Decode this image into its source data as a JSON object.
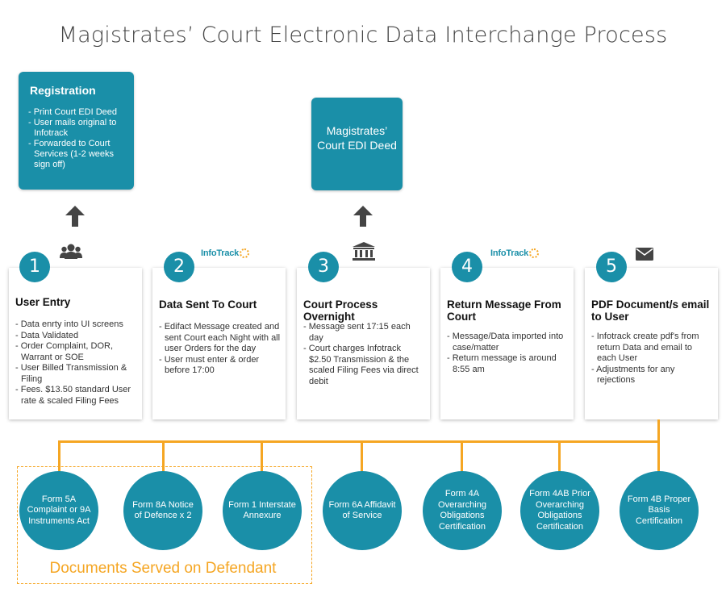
{
  "title": "Magistrates’ Court Electronic Data Interchange Process",
  "registration": {
    "title": "Registration",
    "items": [
      "- Print Court EDI Deed",
      "- User mails original to Infotrack",
      "- Forwarded to Court Services (1-2 weeks sign off)"
    ]
  },
  "deed": {
    "text": "Magistrates’ Court EDI Deed"
  },
  "steps": [
    {
      "number": "1",
      "title": "User Entry",
      "icon": "users-icon",
      "items": [
        "- Data enrty into UI screens",
        "- Data Validated",
        "- Order Complaint, DOR, Warrant or SOE",
        "- User Billed Transmission & Filing",
        "- Fees. $13.50 standard User rate & scaled Filing Fees"
      ]
    },
    {
      "number": "2",
      "title": "Data Sent To Court",
      "icon": "infotrack-logo",
      "logo_text": "InfoTrack",
      "items": [
        "- Edifact Message created and sent Court each Night with all user Orders for the day",
        "- User must enter & order before 17:00"
      ]
    },
    {
      "number": "3",
      "title": "Court Process Overnight",
      "icon": "courthouse-icon",
      "items": [
        "- Message sent 17:15 each day",
        "- Court charges Infotrack $2.50 Transmission & the scaled Filing Fees via direct debit"
      ]
    },
    {
      "number": "4",
      "title": "Return Message From Court",
      "icon": "infotrack-logo",
      "logo_text": "InfoTrack",
      "items": [
        "- Message/Data imported into case/matter",
        "- Return message is around 8:55 am"
      ]
    },
    {
      "number": "5",
      "title": "PDF Document/s email to User",
      "icon": "envelope-icon",
      "items": [
        "- Infotrack create pdf's from return Data and email to each User",
        "- Adjustments for any rejections"
      ]
    }
  ],
  "forms": [
    {
      "label": "Form 5A Complaint or 9A Instruments Act"
    },
    {
      "label": "Form 8A Notice of Defence x 2"
    },
    {
      "label": "Form 1 Interstate Annexure"
    },
    {
      "label": "Form 6A Affidavit of Service"
    },
    {
      "label": "Form 4A Overarching Obligations Certification"
    },
    {
      "label": "Form 4AB Prior Overarching Obligations Certification"
    },
    {
      "label": "Form 4B Proper Basis Certification"
    }
  ],
  "served_label": "Documents Served on Defendant",
  "colors": {
    "teal": "#1a8fa8",
    "orange": "#f5a623",
    "arrow": "#444444"
  }
}
